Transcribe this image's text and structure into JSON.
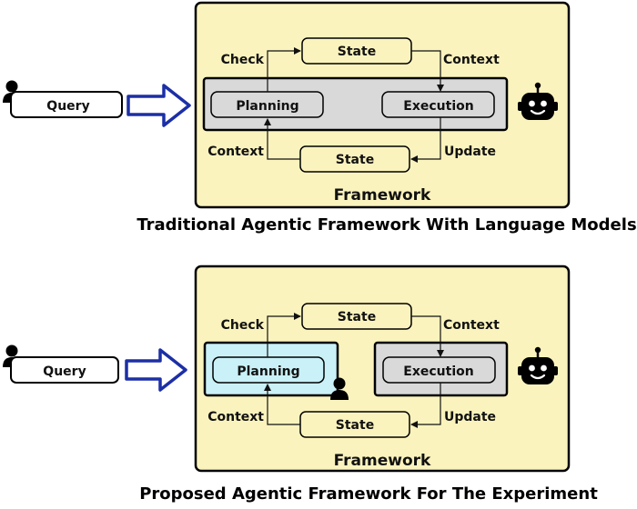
{
  "diagrams": [
    {
      "query": "Query",
      "check": "Check",
      "context_top": "Context",
      "state_top": "State",
      "planning": "Planning",
      "execution": "Execution",
      "context_bottom": "Context",
      "update": "Update",
      "state_bottom": "State",
      "framework": "Framework",
      "caption": "Traditional Agentic Framework With Language Models"
    },
    {
      "query": "Query",
      "check": "Check",
      "context_top": "Context",
      "state_top": "State",
      "planning": "Planning",
      "execution": "Execution",
      "context_bottom": "Context",
      "update": "Update",
      "state_bottom": "State",
      "framework": "Framework",
      "caption": "Proposed Agentic Framework For The Experiment"
    }
  ],
  "colors": {
    "framework_fill": "#fbf3bd",
    "agent_box_fill": "#d9d9d9",
    "planning_human_fill": "#c9f1f7",
    "arrow_outline": "#1c2fa6"
  },
  "icons": [
    "user-icon",
    "robot-icon",
    "block-arrow-icon"
  ]
}
